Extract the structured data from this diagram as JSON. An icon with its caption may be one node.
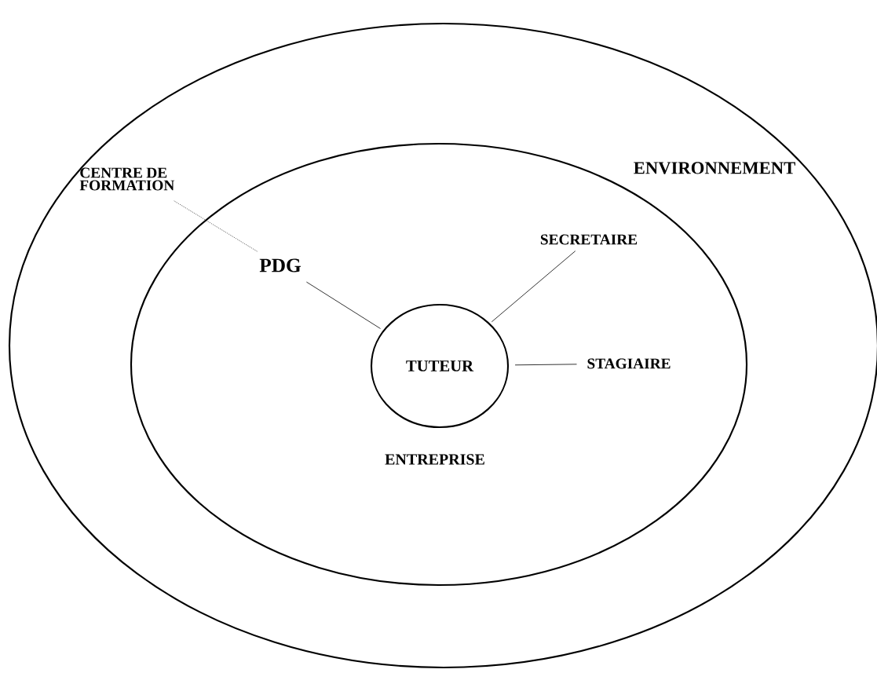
{
  "diagram": {
    "nodes": [
      {
        "text": [
          "ENVIRONNEMENT"
        ]
      },
      {
        "text": [
          "ENTREPRISE"
        ],
        "in": 0
      },
      {
        "text": [
          "CENTRE DE FORMATION"
        ],
        "in": 0
      },
      {
        "text": [
          "PDG"
        ],
        "in": 1
      },
      {
        "text": [
          "SECRETAIRE"
        ],
        "in": 1
      },
      {
        "text": [
          "TUTEUR"
        ],
        "in": 1
      },
      {
        "text": [
          "STAGIAIRE"
        ],
        "in": 1
      }
    ],
    "edges": [
      {
        "from": 2,
        "to": 3,
        "arrow": "none",
        "style": "dashed"
      },
      {
        "from": 3,
        "to": 5,
        "arrow": "none"
      },
      {
        "from": 4,
        "to": 5,
        "arrow": "none"
      },
      {
        "from": 5,
        "to": 6,
        "arrow": "none"
      }
    ]
  }
}
